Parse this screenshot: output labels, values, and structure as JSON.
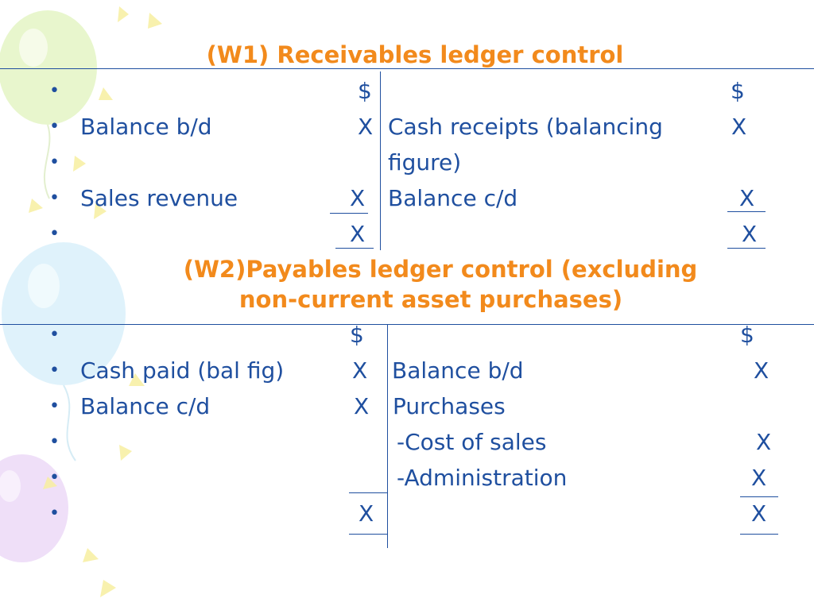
{
  "w1": {
    "title": "(W1) Receivables ledger control",
    "bullet": "•",
    "dollar_left": "$",
    "dollar_right": "$",
    "rows": [
      {
        "left_label": "Balance b/d",
        "left_value": "X",
        "right_label": "Cash receipts (balancing",
        "right_value": "X"
      },
      {
        "right_label": "figure)"
      },
      {
        "left_label": "Sales revenue",
        "left_value": "X",
        "right_label": "Balance c/d",
        "right_value": "X"
      },
      {
        "left_value": "X",
        "right_value": "X"
      }
    ]
  },
  "w2": {
    "title_line1": "(W2)Payables ledger control (excluding",
    "title_line2": "non-current asset purchases)",
    "dollar_left": "$",
    "dollar_right": "$",
    "rows": [
      {
        "left_label": "Cash paid (bal fig)",
        "left_value": "X",
        "right_label": "Balance b/d",
        "right_value": "X"
      },
      {
        "left_label": "Balance c/d",
        "left_value": "X",
        "right_label": "Purchases"
      },
      {
        "right_label": "-Cost of sales",
        "right_value": "X"
      },
      {
        "right_label": "-Administration",
        "right_value": "X"
      },
      {
        "left_value": "X",
        "right_value": "X"
      }
    ]
  }
}
